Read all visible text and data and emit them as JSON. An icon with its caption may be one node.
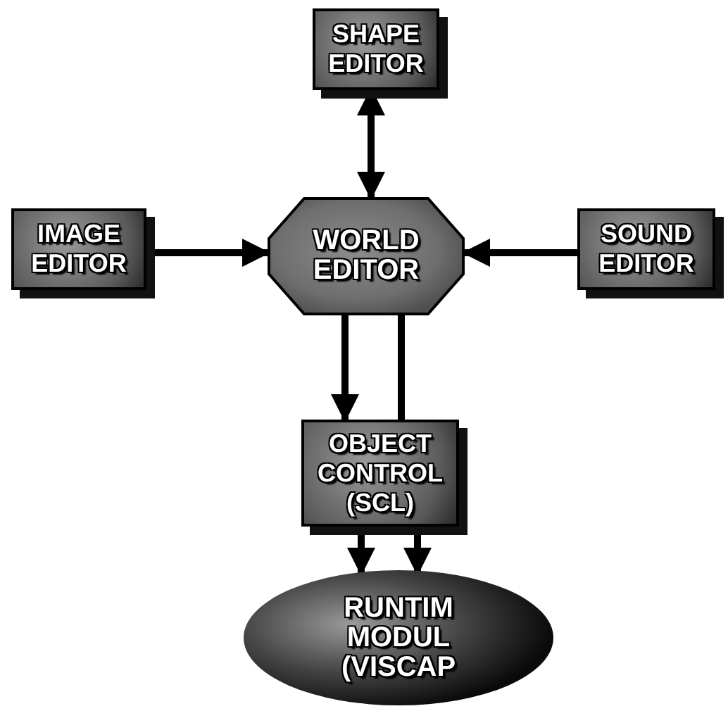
{
  "diagram": {
    "nodes": [
      {
        "text": [
          "SHAPE EDITOR"
        ]
      },
      {
        "text": [
          "IMAGE EDITOR"
        ]
      },
      {
        "text": [
          "WORLD EDITOR"
        ]
      },
      {
        "text": [
          "SOUND EDITOR"
        ]
      },
      {
        "text": [
          "OBJECT CONTROL (SCL)"
        ]
      },
      {
        "text": [
          "RUNTIM MODUL (VISCAP"
        ]
      }
    ],
    "edges": [
      {
        "from": 0,
        "to": 2,
        "arrow": "both"
      },
      {
        "from": 1,
        "to": 2,
        "arrow": "to"
      },
      {
        "from": 3,
        "to": 2,
        "arrow": "to"
      },
      {
        "from": 2,
        "to": 4,
        "arrow": "to"
      },
      {
        "from": 2,
        "to": 4,
        "arrow": "none"
      },
      {
        "from": 4,
        "to": 5,
        "arrow": "to"
      },
      {
        "from": 4,
        "to": 5,
        "arrow": "to"
      }
    ]
  }
}
